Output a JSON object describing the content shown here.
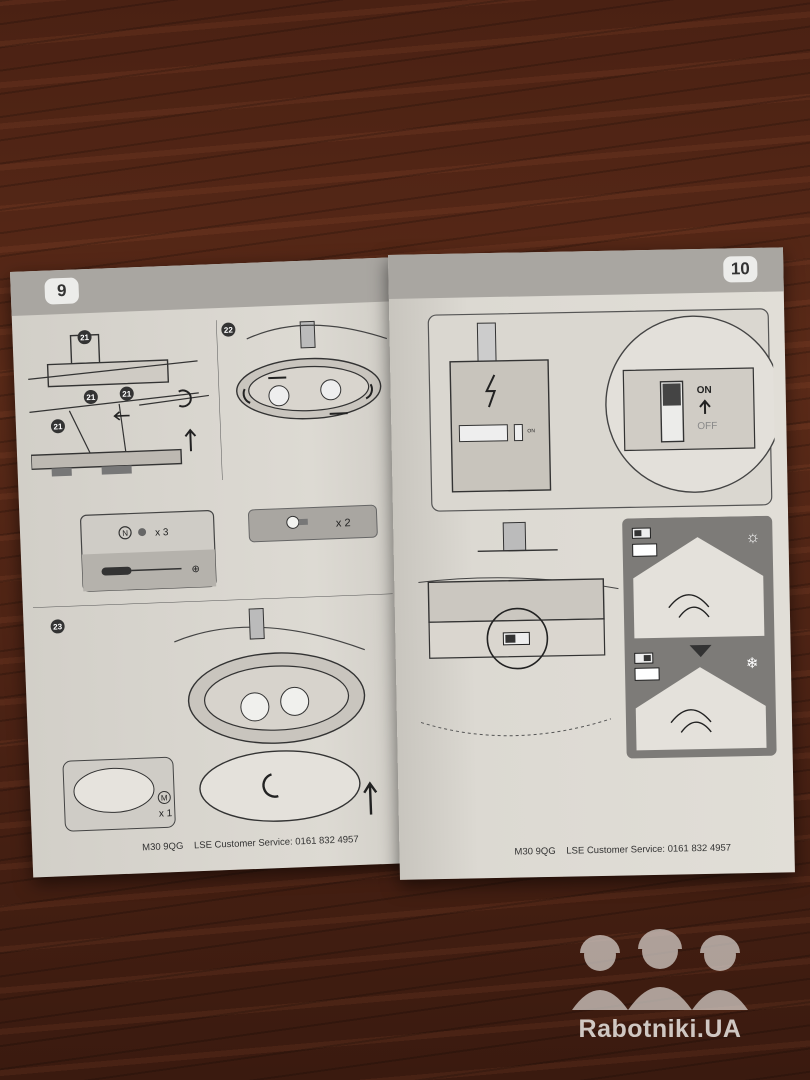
{
  "left_page": {
    "page_number": "9",
    "steps": [
      "21",
      "22",
      "23"
    ],
    "callouts": [
      "21",
      "21",
      "21",
      "21"
    ],
    "parts": [
      {
        "label": "N",
        "qty": "x 3"
      },
      {
        "label": "",
        "qty": "x 2"
      },
      {
        "label": "M",
        "qty": "x 1"
      }
    ],
    "footer": {
      "postcode": "M30 9QG",
      "service": "LSE Customer Service: 0161 832 4957"
    }
  },
  "right_page": {
    "page_number": "10",
    "switch": {
      "on_label": "ON",
      "off_label": "OFF",
      "small_on": "ON"
    },
    "footer": {
      "postcode": "M30 9QG",
      "service": "LSE Customer Service: 0161 832 4957"
    }
  },
  "watermark": {
    "text": "Rabotniki.UA"
  },
  "colors": {
    "page": "#dcd9d2",
    "band": "#a9a6a1",
    "panel": "#7d7b78"
  }
}
